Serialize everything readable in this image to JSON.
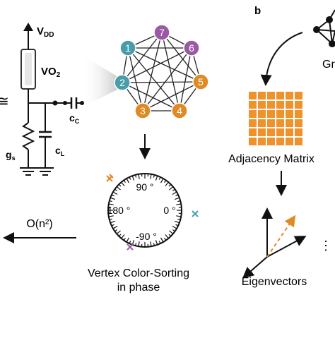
{
  "circuit": {
    "vdd_label": "V",
    "vdd_sub": "DD",
    "vo2_label": "VO",
    "vo2_sub": "2",
    "gs_label": "g",
    "gs_sub": "s",
    "cl_label": "c",
    "cl_sub": "L",
    "cc_label": "c",
    "cc_sub": "C",
    "approx_symbol": "≅"
  },
  "graph": {
    "nodes": [
      {
        "label": "7",
        "color": "#9b59a5"
      },
      {
        "label": "1",
        "color": "#4a9da8"
      },
      {
        "label": "6",
        "color": "#9b59a5"
      },
      {
        "label": "2",
        "color": "#4a9da8"
      },
      {
        "label": "5",
        "color": "#e08a25"
      },
      {
        "label": "3",
        "color": "#e08a25"
      },
      {
        "label": "4",
        "color": "#e08a25"
      }
    ]
  },
  "phase_dial": {
    "labels": {
      "top": "90 °",
      "left": "180 °",
      "right": "0 °",
      "bottom": "-90 °"
    },
    "caption_line1": "Vertex Color-Sorting",
    "caption_line2": "in phase"
  },
  "complexity_label": "O(n²)",
  "panel_b": {
    "label": "b",
    "graph_label": "Gr",
    "adjacency_label": "Adjacency Matrix",
    "eigen_label": "Eigenvectors",
    "ellipsis": "⋮⋮",
    "matrix_color": "#f0922b"
  },
  "colors": {
    "purple": "#9b59a5",
    "teal": "#4a9da8",
    "orange": "#e08a25"
  }
}
